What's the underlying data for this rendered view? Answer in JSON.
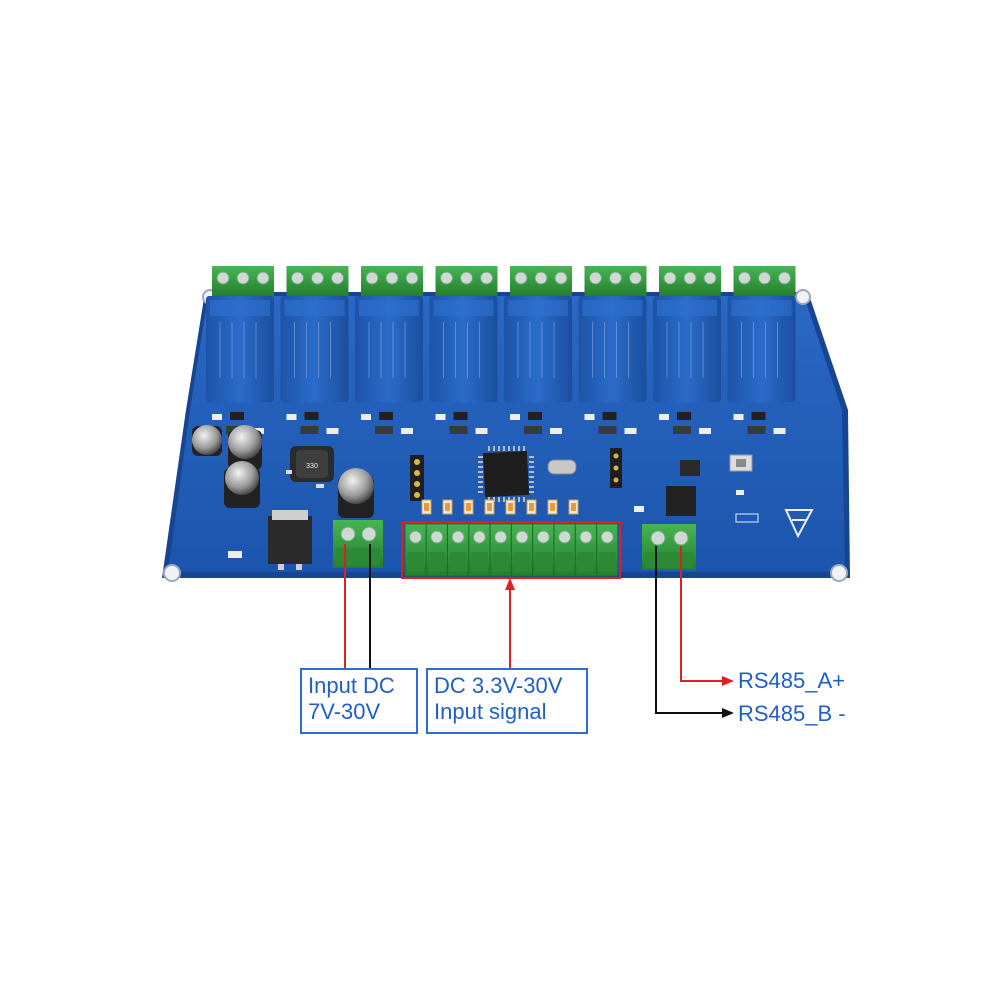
{
  "board": {
    "relay_count": 8,
    "input_terminal_count": 10,
    "colors": {
      "pcb": "#1f5bb5",
      "pcb_dark": "#184a98",
      "relay": "#2664c2",
      "terminal": "#2e9a3a",
      "highlight_box": "#e02020",
      "wire_red": "#e02020",
      "wire_black": "#111111",
      "label_blue": "#1f5fc8"
    }
  },
  "labels": {
    "power_line1": "Input DC",
    "power_line2": "7V-30V",
    "signal_line1": "DC 3.3V-30V",
    "signal_line2": "Input signal",
    "rs485_a": "RS485_A+",
    "rs485_b": "RS485_B -"
  }
}
